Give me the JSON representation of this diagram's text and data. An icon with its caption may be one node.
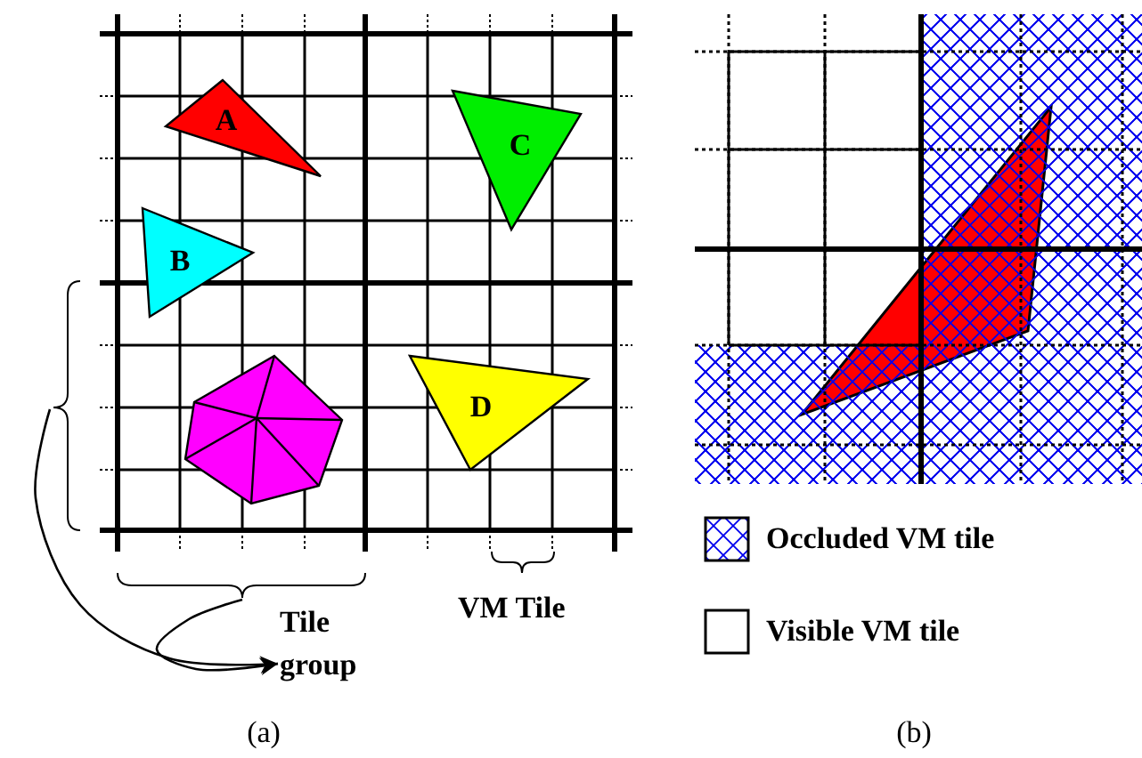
{
  "diagram": {
    "nodes": [
      {
        "text": [
          "A"
        ]
      },
      {
        "text": [
          "C"
        ]
      },
      {
        "text": [
          "B"
        ]
      },
      {
        "text": [],
        "shape": "polygon"
      },
      {
        "text": [
          "D"
        ]
      },
      {
        "text": [],
        "shape": "brace"
      },
      {
        "text": [],
        "shape": "brace"
      },
      {
        "text": [
          "Tile group"
        ]
      }
    ],
    "edges": [
      {
        "from": 5,
        "to": 7,
        "arrow": "to"
      },
      {
        "from": 6,
        "to": 7,
        "arrow": "to"
      }
    ],
    "labels": [
      "VM Tile",
      "(a)",
      "(b)"
    ],
    "legend": [
      {
        "text": "Occluded VM tile"
      },
      {
        "text": "Visible VM tile"
      }
    ]
  }
}
